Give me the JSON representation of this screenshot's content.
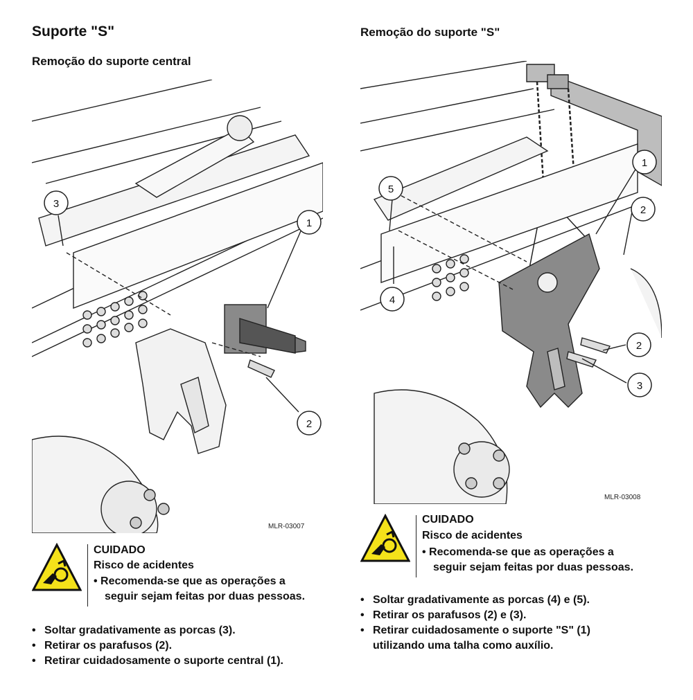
{
  "left": {
    "title": "Suporte \"S\"",
    "subtitle": "Remoção do suporte central",
    "figure_id": "MLR-03007",
    "callouts": [
      "3",
      "1",
      "2"
    ],
    "caution": {
      "title": "CUIDADO",
      "subtitle": "Risco de acidentes",
      "text_line1": "Recomenda-se que as operações a",
      "text_line2": "seguir sejam feitas por duas pessoas."
    },
    "steps": [
      "Soltar gradativamente as porcas (3).",
      "Retirar os parafusos (2).",
      "Retirar cuidadosamente o suporte central (1)."
    ]
  },
  "right": {
    "title": "Remoção do suporte \"S\"",
    "figure_id": "MLR-03008",
    "callouts": [
      "1",
      "2",
      "5",
      "4",
      "2",
      "3"
    ],
    "caution": {
      "title": "CUIDADO",
      "subtitle": "Risco de acidentes",
      "text_line1": "Recomenda-se que as operações a",
      "text_line2": "seguir sejam feitas por duas pessoas."
    },
    "steps": [
      "Soltar gradativamente as porcas (4) e (5).",
      "Retirar os parafusos (2) e (3).",
      "Retirar cuidadosamente o suporte \"S\" (1) utilizando uma talha como auxílio."
    ]
  },
  "icons": {
    "warning": "hand-crush-warning-icon"
  },
  "colors": {
    "warning_yellow": "#f4e21a",
    "bracket_gray": "#8a8a8a"
  }
}
